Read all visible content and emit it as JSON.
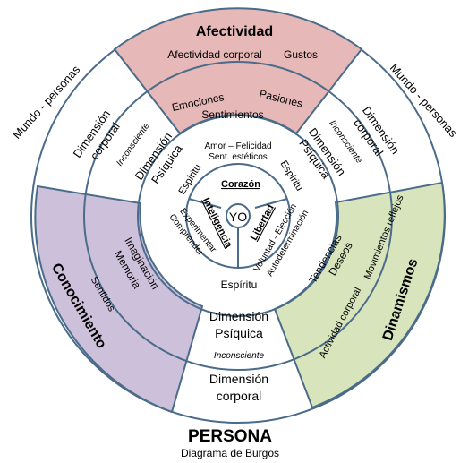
{
  "colors": {
    "afectividad": "#e6b8b7",
    "conocimiento": "#ccc0da",
    "dinamismos": "#d7e4bc",
    "line": "#4a6b8a"
  },
  "title": "PERSONA",
  "subtitle": "Diagrama de Burgos",
  "center": "YO",
  "sectors": {
    "afectividad": {
      "heading": "Afectividad",
      "corporal": "Afectividad corporal",
      "gustos": "Gustos",
      "emociones": "Emociones",
      "pasiones": "Pasiones",
      "sentimientos": "Sentimientos",
      "inner1": "Amor – Felicidad",
      "inner2": "Sent. estéticos",
      "core": "Corazón"
    },
    "conocimiento": {
      "heading": "Conocimiento",
      "sentidos": "Sentidos",
      "imaginacion": "Imaginación",
      "memoria": "Memoria",
      "experimentar": "Experimentar",
      "comprender": "Comprender",
      "core": "Inteligencia"
    },
    "dinamismos": {
      "heading": "Dinamismos",
      "actividad": "Actividad corporal",
      "movimientos": "Movimientos reflejos",
      "tendencias": "Tendencias",
      "deseos": "Deseos",
      "voluntad": "Voluntad - Elección",
      "autodeterminacion": "Autodeterminación",
      "core": "Libertad"
    },
    "mundo_left": {
      "outer": "Mundo - personas",
      "dim_corporal_1": "Dimensión",
      "dim_corporal_2": "corporal",
      "inconsciente": "Inconsciente",
      "dim_psiquica_1": "Dimensión",
      "dim_psiquica_2": "Psíquica",
      "espiritu": "Espíritu"
    },
    "mundo_right": {
      "outer": "Mundo - personas",
      "dim_corporal_1": "Dimensión",
      "dim_corporal_2": "corporal",
      "inconsciente": "Inconsciente",
      "dim_psiquica_1": "Dimensión",
      "dim_psiquica_2": "Psíquica",
      "espiritu": "Espíritu"
    },
    "bottom": {
      "espiritu": "Espíritu",
      "dim_psiquica_1": "Dimensión",
      "dim_psiquica_2": "Psíquica",
      "inconsciente": "Inconsciente",
      "dim_corporal_1": "Dimensión",
      "dim_corporal_2": "corporal"
    }
  }
}
